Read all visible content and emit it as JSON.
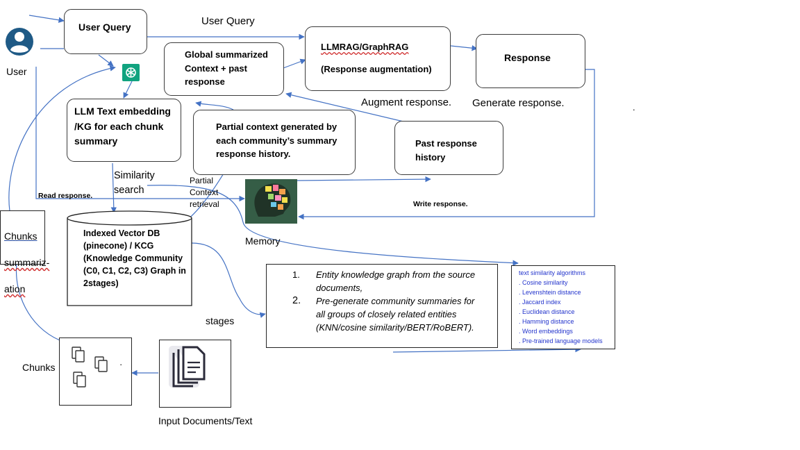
{
  "user": {
    "label": "User"
  },
  "boxes": {
    "user_query": "User Query",
    "global_context": "Global summarized\nContext + past\nresponse",
    "llmrag_line1": "LLMRAG/GraphRAG",
    "llmrag_line2": "(Response augmentation)",
    "response": "Response",
    "llm_embedding": "LLM Text embedding\n/KG for each chunk\nsummary",
    "partial_context": "Partial context generated by\neach community’s summary\nresponse history.",
    "past_response": "Past response\nhistory",
    "vector_db": "Indexed Vector DB\n(pinecone) / KCG\n(Knowledge Community\n(C0, C1, C2, C3) Graph in\n2stages)",
    "chunks_summarization": {
      "line1": "Chunks",
      "line2": "summariz-",
      "line3": "ation"
    }
  },
  "labels": {
    "user_query_arrow": "User Query",
    "augment_response": "Augment response.",
    "generate_response": "Generate response.",
    "similarity_search": "Similarity\nsearch",
    "partial_context_retrieval": "Partial\nContext\nretrieval",
    "read_response": "Read response.",
    "write_response": "Write response.",
    "memory": "Memory",
    "stages": "stages",
    "chunks": "Chunks",
    "input_documents": "Input Documents/Text",
    "stray_dot": "."
  },
  "stages_list": [
    {
      "num": "1.",
      "text": "Entity knowledge graph from the source\ndocuments,"
    },
    {
      "num": "2.",
      "text": "Pre-generate community summaries for\nall groups of closely related entities\n(KNN/cosine similarity/BERT/RoBERT)."
    }
  ],
  "similarity_list": {
    "title": "text similarity algorithms",
    "items": [
      ". Cosine similarity",
      ". Levenshtein distance",
      ". Jaccard index",
      ". Euclidean distance",
      ". Hamming distance",
      ". Word embeddings",
      ". Pre-trained language models"
    ]
  },
  "icons": {
    "user": "user-avatar-icon",
    "openai": "openai-logo-icon",
    "memory": "brain-memory-icon",
    "chunks": "document-chunks-icon",
    "documents": "document-stack-icon"
  },
  "colors": {
    "arrow": "#4472c4",
    "box_border": "#3a3a3a",
    "user_icon": "#1f5a86",
    "openai": "#10a37f",
    "list_text": "#2233cc"
  }
}
